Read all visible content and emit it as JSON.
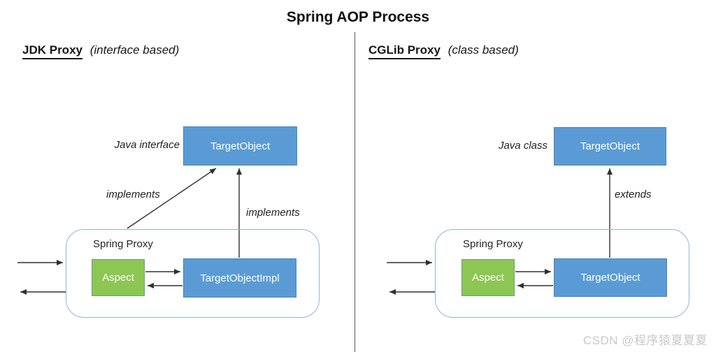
{
  "title": "Spring AOP Process",
  "watermark": "CSDN @程序猿夏夏夏",
  "colors": {
    "box_blue": "#5B9BD5",
    "box_green": "#8DC653",
    "container_border": "#94B3D9",
    "arrow": "#303030",
    "divider": "#5A5A5A",
    "watermark_gray": "#C9C9C9"
  },
  "left_panel": {
    "heading": "JDK Proxy",
    "heading_qualifier": "(interface based)",
    "type_label": "Java interface",
    "top_box": "TargetObject",
    "diagonal_arrow_label": "implements",
    "vertical_arrow_label": "implements",
    "container_label": "Spring Proxy",
    "aspect_box": "Aspect",
    "inner_box": "TargetObjectImpl"
  },
  "right_panel": {
    "heading": "CGLib Proxy",
    "heading_qualifier": "(class based)",
    "type_label": "Java class",
    "top_box": "TargetObject",
    "vertical_arrow_label": "extends",
    "container_label": "Spring Proxy",
    "aspect_box": "Aspect",
    "inner_box": "TargetObject"
  }
}
